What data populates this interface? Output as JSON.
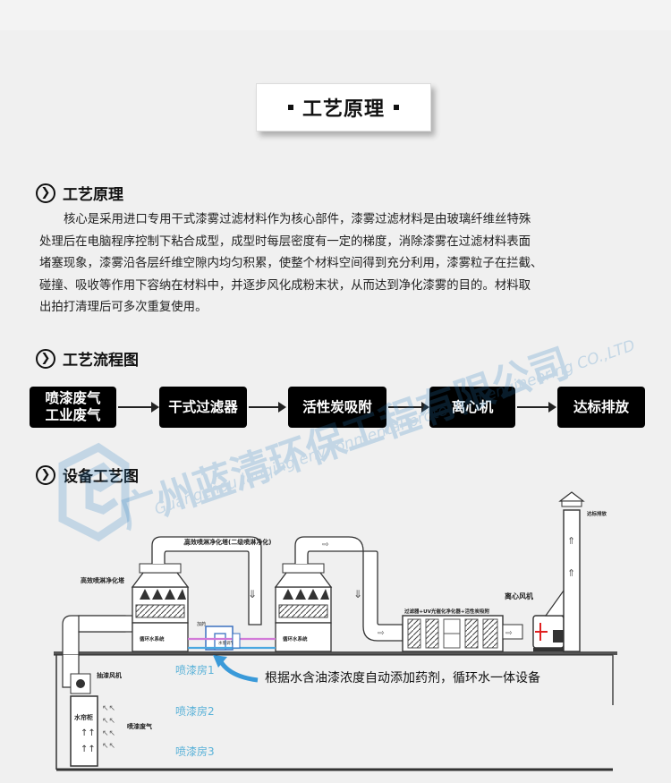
{
  "header": {
    "title": "工艺原理"
  },
  "sections": {
    "principle": {
      "heading": "工艺原理",
      "lines": [
        "核心是采用进口专用干式漆雾过滤材料作为核心部件，漆雾过滤材料是由玻璃纤维丝特殊",
        "处理后在电脑程序控制下粘合成型，成型时每层密度有一定的梯度，消除漆雾在过滤材料表面",
        "堵塞现象，漆雾沿各层纤维空隙内均匀积累，使整个材料空间得到充分利用，漆雾粒子在拦截、",
        "碰撞、吸收等作用下容纳在材料中，并逐步风化成粉末状，从而达到净化漆雾的目的。材料取",
        "出拍打清理后可多次重复使用。"
      ]
    },
    "flow": {
      "heading": "工艺流程图",
      "steps": [
        {
          "line1": "喷漆废气",
          "line2": "工业废气"
        },
        {
          "line1": "干式过滤器",
          "line2": ""
        },
        {
          "line1": "活性炭吸附",
          "line2": ""
        },
        {
          "line1": "离心机",
          "line2": ""
        },
        {
          "line1": "达标排放",
          "line2": ""
        }
      ]
    },
    "equipment": {
      "heading": "设备工艺图"
    }
  },
  "watermark": {
    "cn": "广州蓝清环保工程有限公司",
    "en": "Guangzhou lanqing environmental protection engineering CO.,LTD"
  },
  "diagram": {
    "labels": {
      "tower2": "高效喷淋净化塔(二级喷淋净化)",
      "tower1": "高效喷淋净化塔",
      "tank1": "循环水系统",
      "tank2": "循环水系统",
      "dosing": "加药",
      "pump": "水泵调节",
      "filters": "过滤器+UV光催化净化器+活性炭吸附",
      "fan": "离心风机",
      "discharge": "达标排放",
      "exhaust_fan": "抽漆风机",
      "water_curtain": "水帘柜",
      "paint_gas": "喷漆废气",
      "room1": "喷漆房1",
      "room2": "喷漆房2",
      "room3": "喷漆房3",
      "note": "根据水含油漆浓度自动添加药剂，循环水一体设备"
    },
    "colors": {
      "room_text": "#5ab2d8",
      "dosing_pipe": "#d27ad8",
      "water": "#4aa8e0",
      "note_arrow": "#3a9ad9",
      "tank_fill": "#6fb5e8"
    }
  }
}
